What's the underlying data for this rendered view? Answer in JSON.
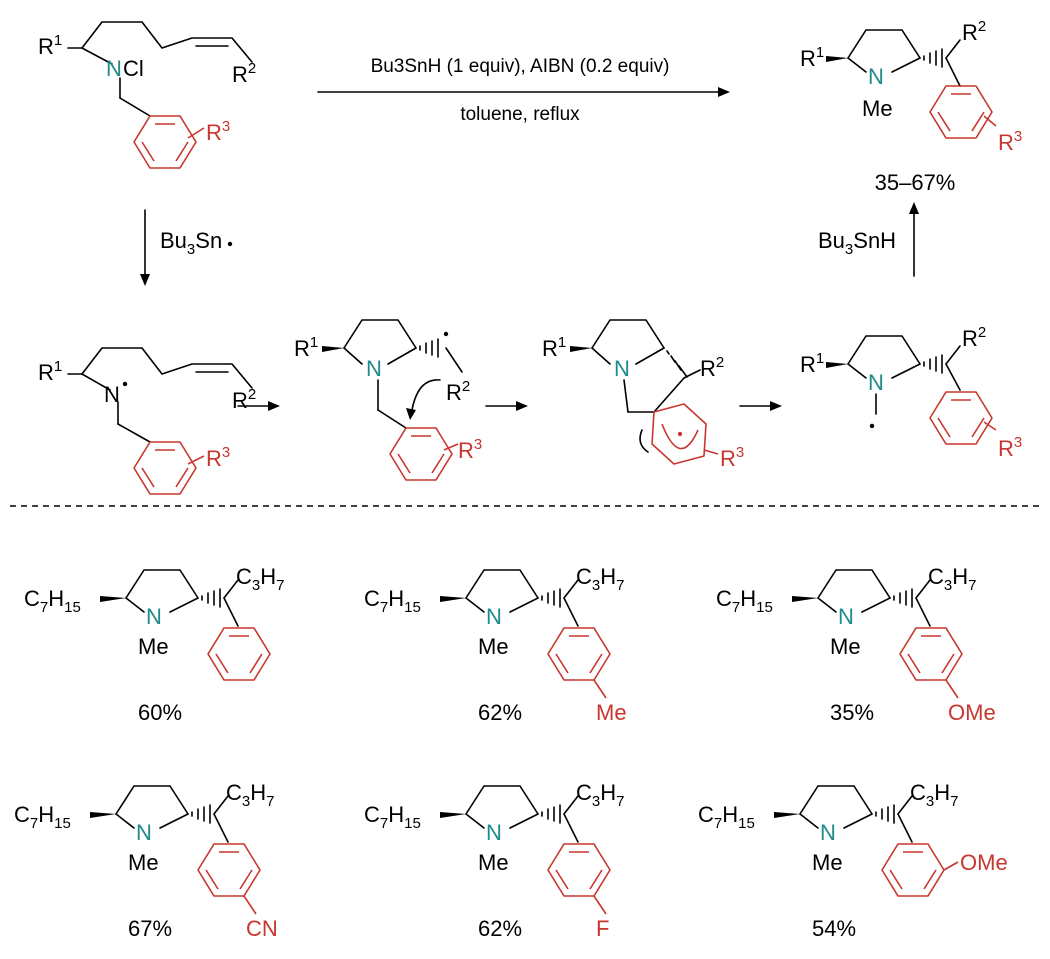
{
  "conditions": {
    "top": "Bu3SnH (1 equiv), AIBN (0.2 equiv)",
    "bottom": "toluene, reflux"
  },
  "labels": {
    "R1": "R",
    "R1_sup": "1",
    "R2": "R",
    "R2_sup": "2",
    "R3": "R",
    "R3_sup": "3",
    "N": "N",
    "Cl": "Cl",
    "Me": "Me"
  },
  "overall_yield": "35–67%",
  "step_reagents": {
    "down": "Bu3Sn",
    "up": "Bu3SnH"
  },
  "examples": [
    {
      "substituent": "",
      "yield": "60%"
    },
    {
      "substituent": "Me",
      "yield": "62%"
    },
    {
      "substituent": "OMe",
      "yield": "35%"
    },
    {
      "substituent": "CN",
      "yield": "67%"
    },
    {
      "substituent": "F",
      "yield": "62%"
    },
    {
      "substituent": "OMe",
      "yield": "54%"
    }
  ],
  "example_groups": {
    "left": "C7H15",
    "top": "C3H7"
  },
  "colors": {
    "nitrogen": "#1f8a8a",
    "aryl": "#c8362f"
  }
}
